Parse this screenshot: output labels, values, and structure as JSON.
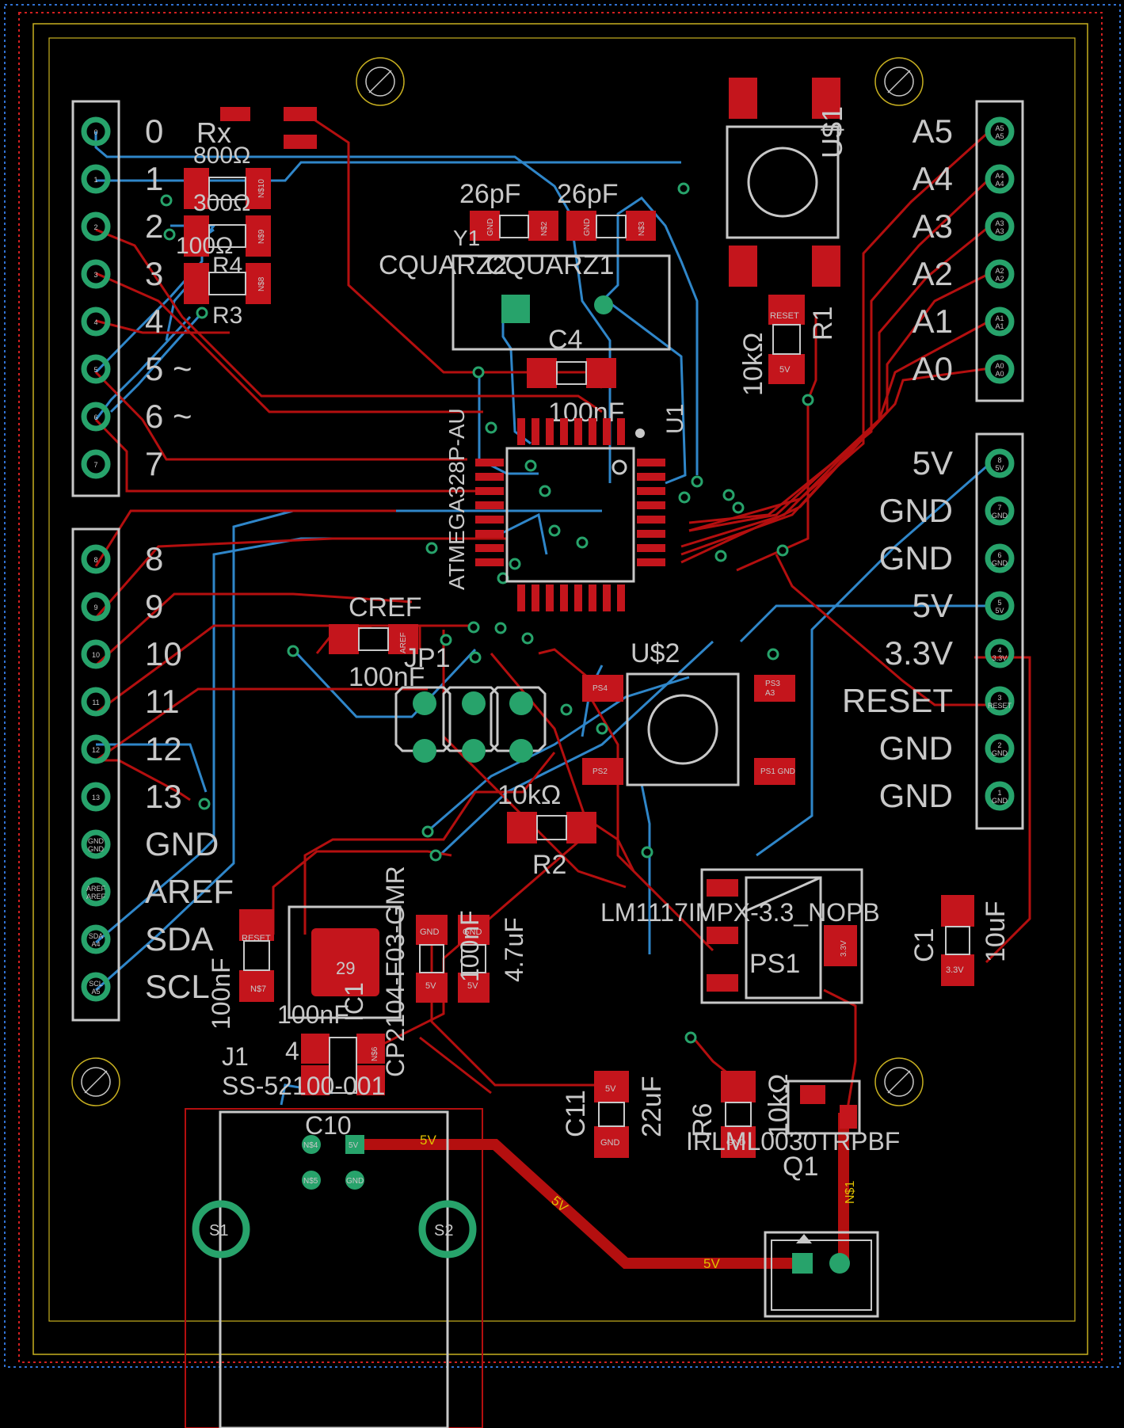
{
  "colors": {
    "background": "#000000",
    "top_copper": "#b40f0f",
    "bottom_copper": "#2f86c9",
    "silk": "#c8c8c8",
    "pad": "#27a36b",
    "smd": "#c4151c",
    "board_edge": "#c8b020",
    "dim_red": "#d02020",
    "dim_blue": "#3070d0"
  },
  "header_digital_low": {
    "labels": [
      "0",
      "1",
      "2",
      "3",
      "4",
      "5 ~",
      "6 ~",
      "7"
    ],
    "pins": [
      "0",
      "1",
      "2",
      "3",
      "4",
      "5",
      "6",
      "7"
    ]
  },
  "header_digital_high": {
    "labels": [
      "8",
      "9",
      "10",
      "11",
      "12",
      "13",
      "GND",
      "AREF",
      "SDA",
      "SCL"
    ],
    "pins": [
      "8",
      "9",
      "10",
      "11",
      "12",
      "13",
      "GND GND",
      "AREF AREF",
      "SDA A4",
      "SCL A5"
    ]
  },
  "header_analog": {
    "labels": [
      "A5",
      "A4",
      "A3",
      "A2",
      "A1",
      "A0"
    ],
    "pins": [
      "A5 A5",
      "A4 A4",
      "A3 A3",
      "A2 A2",
      "A1 A1",
      "A0 A0"
    ]
  },
  "header_power": {
    "labels": [
      "5V",
      "GND",
      "GND",
      "5V",
      "3.3V",
      "RESET",
      "GND",
      "GND"
    ],
    "pins": [
      "8 5V",
      "7 GND",
      "6 GND",
      "5 5V",
      "4 3.3V",
      "3 RESET",
      "2 GND",
      "1 GND"
    ]
  },
  "components": {
    "rx": "Rx",
    "r_800": "800Ω",
    "r_300": "300Ω",
    "r_100": "100Ω",
    "r4": "R4",
    "r3": "R3",
    "cap_26pf_a": "26pF",
    "cap_26pf_b": "26pF",
    "y1": "Y1",
    "cquarz2": "CQUARZ2",
    "cquarz1": "CQUARZ1",
    "c4": "C4",
    "c4_value": "100nF",
    "u1": "U1",
    "u1_part": "ATMEGA328P-AU",
    "usdollar1": "U$1",
    "usdollar2": "U$2",
    "r1": "R1",
    "r1_value": "10kΩ",
    "cref": "CREF",
    "cref_value": "100nF",
    "jp1": "JP1",
    "r2": "R2",
    "r2_value": "10kΩ",
    "lm1117": "LM1117IMPX-3.3_NOPB",
    "ps1": "PS1",
    "c1": "C1",
    "c1_value": "10uF",
    "ic1": "IC1",
    "ic1_part": "CP2104-F03-GMR",
    "ic1_pads": "29",
    "cap_100nf_left": "100nF",
    "cap_4_7uf": "4.7uF",
    "cap_100nf_mid": "100nF",
    "cap_100nf_low": "100nF",
    "c10": "C10",
    "c11": "C11",
    "c11_value": "22uF",
    "j1": "J1",
    "j1_part": "SS-52100-001",
    "cap_4": "4",
    "r6": "R6",
    "r6_value": "10kΩ",
    "q1": "Q1",
    "q1_part": "IRLML0030TRPBF",
    "ns1": "N$1",
    "s1": "S1",
    "s2": "S2"
  },
  "net_labels": {
    "v5_a": "5V",
    "v5_b": "5V",
    "v5_c": "5V"
  },
  "pad_labels": {
    "reset": "RESET",
    "gnd": "GND",
    "v5": "5V",
    "v33": "3.3V",
    "aref": "AREF",
    "a3": "A3",
    "ps1_gnd": "PS1 GND",
    "ps2": "PS2",
    "ps3": "PS3",
    "ps4": "PS4",
    "ns2": "N$2",
    "ns3": "N$3",
    "ns4": "N$4",
    "ns5": "N$5",
    "ns6": "N$6",
    "ns7": "N$7",
    "ns8": "N$8",
    "ns9": "N$9",
    "ns10": "N$10"
  }
}
